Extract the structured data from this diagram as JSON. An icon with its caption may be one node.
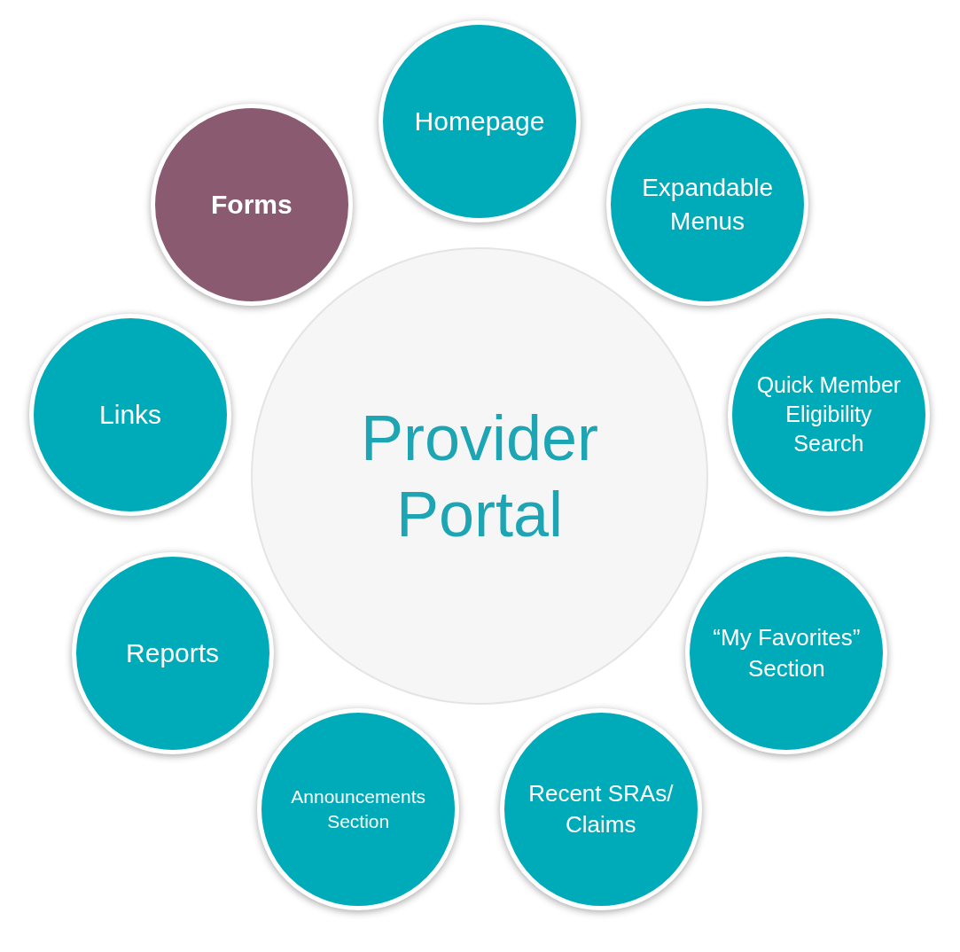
{
  "diagram": {
    "nodes": [
      {
        "text": [
          "Provider Portal"
        ]
      },
      {
        "text": [
          "Homepage"
        ]
      },
      {
        "text": [
          "Expandable Menus"
        ]
      },
      {
        "text": [
          "Quick Member Eligibility Search"
        ]
      },
      {
        "text": [
          "“My Favorites” Section"
        ]
      },
      {
        "text": [
          "Recent SRAs/ Claims"
        ]
      },
      {
        "text": [
          "Announcements Section"
        ]
      },
      {
        "text": [
          "Reports"
        ]
      },
      {
        "text": [
          "Links"
        ]
      },
      {
        "text": [
          "Forms"
        ]
      }
    ],
    "edges": []
  }
}
